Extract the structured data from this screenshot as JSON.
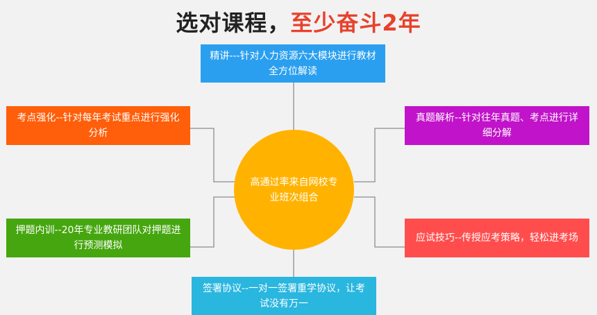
{
  "title": {
    "part1": "选对课程，",
    "part2": "至少奋斗2年"
  },
  "center": {
    "text": "高通过率来自网校专业班次组合"
  },
  "items": {
    "top": "精讲---针对人力资源六大模块进行教材全方位解读",
    "top_left": "考点强化--针对每年考试重点进行强化分析",
    "top_right": "真题解析--针对往年真题、考点进行详细分解",
    "bottom_left": "押题内训--20年专业教研团队对押题进行预测模拟",
    "bottom_right": "应试技巧--传授应考策略，轻松进考场",
    "bottom": "签署协议--一对一签署重学协议，让考试没有万一"
  },
  "colors": {
    "top": "#2b9fef",
    "top_left": "#ff5e0a",
    "top_right": "#c113c9",
    "bottom_left": "#46a60f",
    "bottom_right": "#ff4d4d",
    "bottom": "#29b6df",
    "center": "#ffb300",
    "title_accent": "#e8412c"
  }
}
